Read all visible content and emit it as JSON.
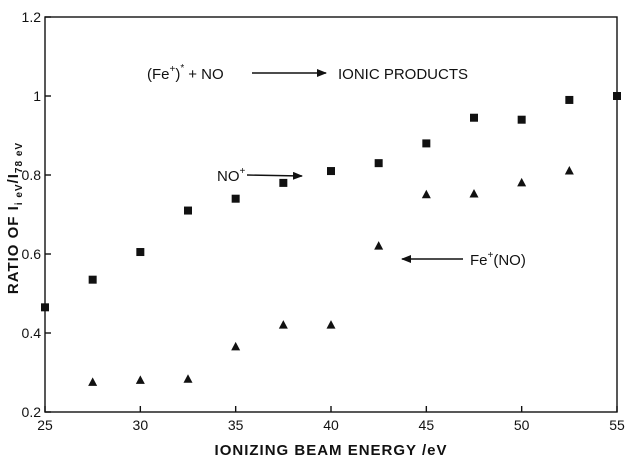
{
  "chart_data": {
    "type": "scatter",
    "xlabel": "IONIZING BEAM ENERGY /eV",
    "ylabel": {
      "main": "RATIO OF I",
      "sub1": "i eV",
      "sep": "/I",
      "sub2": "78 eV"
    },
    "xlim": [
      25,
      55
    ],
    "ylim": [
      0.2,
      1.2
    ],
    "xticks": [
      25,
      30,
      35,
      40,
      45,
      50,
      55
    ],
    "yticks": [
      0.2,
      0.4,
      0.6,
      0.8,
      1,
      1.2
    ],
    "ytick_labels": [
      "0.2",
      "0.4",
      "0.6",
      "0.8",
      "1",
      "1.2"
    ],
    "grid": false,
    "series": [
      {
        "marker": "square",
        "x": [
          25,
          27.5,
          30,
          32.5,
          35,
          37.5,
          40,
          42.5,
          45,
          47.5,
          50,
          52.5,
          55
        ],
        "y": [
          0.465,
          0.535,
          0.605,
          0.71,
          0.74,
          0.78,
          0.81,
          0.83,
          0.88,
          0.945,
          0.94,
          0.99,
          1.0
        ]
      },
      {
        "marker": "triangle",
        "x": [
          27.5,
          30,
          32.5,
          35,
          37.5,
          40,
          42.5,
          45,
          47.5,
          50,
          52.5
        ],
        "y": [
          0.275,
          0.28,
          0.283,
          0.365,
          0.42,
          0.42,
          0.62,
          0.75,
          0.752,
          0.78,
          0.81
        ]
      }
    ],
    "annotations": {
      "reaction": {
        "lhs": "(Fe",
        "lhs_sup": "+",
        "lhs_close": ")",
        "star": "*",
        "plus_no": "+ NO",
        "rhs": "IONIC PRODUCTS"
      },
      "no_plus": {
        "base": "NO",
        "sup": "+"
      },
      "fe_no": {
        "base": "Fe",
        "sup": "+",
        "rest": "(NO)"
      }
    }
  }
}
